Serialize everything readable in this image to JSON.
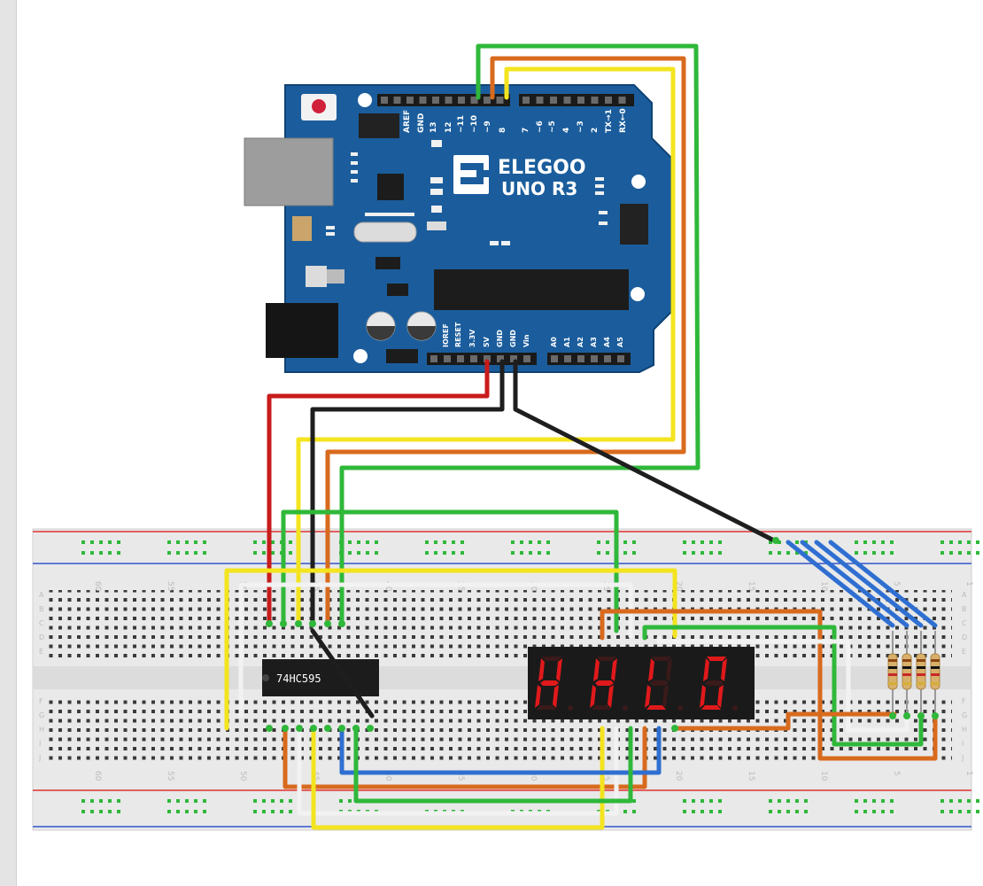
{
  "board": {
    "brand": "ELEGOO",
    "model": "UNO R3",
    "header_digital_labels": [
      "AREF",
      "GND",
      "13",
      "12",
      "~11",
      "~10",
      "~9",
      "8",
      "7",
      "~6",
      "~5",
      "4",
      "~3",
      "2",
      "TX→1",
      "RX←0"
    ],
    "header_power_labels": [
      "IOREF",
      "RESET",
      "3.3V",
      "5V",
      "GND",
      "GND",
      "Vin"
    ],
    "header_analog_labels": [
      "A0",
      "A1",
      "A2",
      "A3",
      "A4",
      "A5"
    ]
  },
  "chip": {
    "label": "74HC595"
  },
  "display": {
    "digits": [
      "H",
      "H",
      "L",
      "0"
    ],
    "segment_color": "#e0191b"
  },
  "breadboard": {
    "column_numbers_top": [
      "60",
      "55",
      "50",
      "45",
      "40",
      "35",
      "30",
      "25",
      "20",
      "15",
      "10",
      "5",
      "1"
    ],
    "row_letters_top": [
      "A",
      "B",
      "C",
      "D",
      "E"
    ],
    "row_letters_bottom": [
      "F",
      "G",
      "H",
      "I",
      "J"
    ]
  },
  "colors": {
    "board_blue": "#1b5d9c",
    "wire_red": "#c91b1b",
    "wire_black": "#1e1e1e",
    "wire_yellow": "#f3e41f",
    "wire_orange": "#d86a1e",
    "wire_green": "#2fb83a",
    "wire_blue": "#2f6fd1",
    "wire_white": "#f2f2f2"
  }
}
